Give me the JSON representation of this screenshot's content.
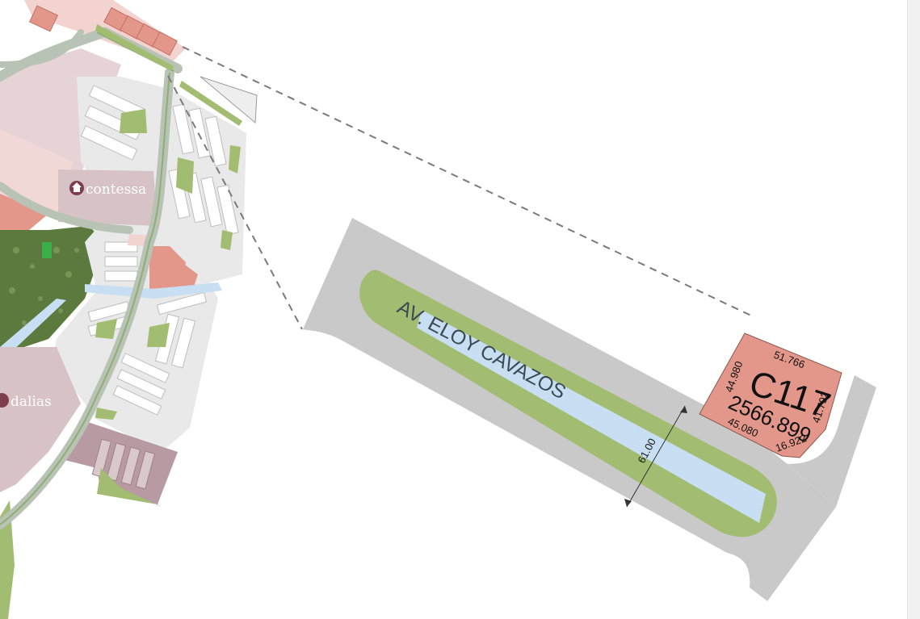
{
  "developments": [
    {
      "name": "contessa"
    },
    {
      "name": "dalias"
    }
  ],
  "avenue": {
    "name": "AV. ELOY CAVAZOS",
    "width_label": "61.00"
  },
  "lot": {
    "id": "C117",
    "area": "2566.899",
    "sides": [
      "51.766",
      "44.980",
      "41.792",
      "45.080",
      "16.922"
    ]
  },
  "colors": {
    "street": "#c9c9c9",
    "median": "#a2bd71",
    "canal": "#c8def2",
    "lot": "#e3978a",
    "commercial": "#f3d3d0",
    "park": "#5c7a3d",
    "residential_block": "#d7c2c6"
  }
}
